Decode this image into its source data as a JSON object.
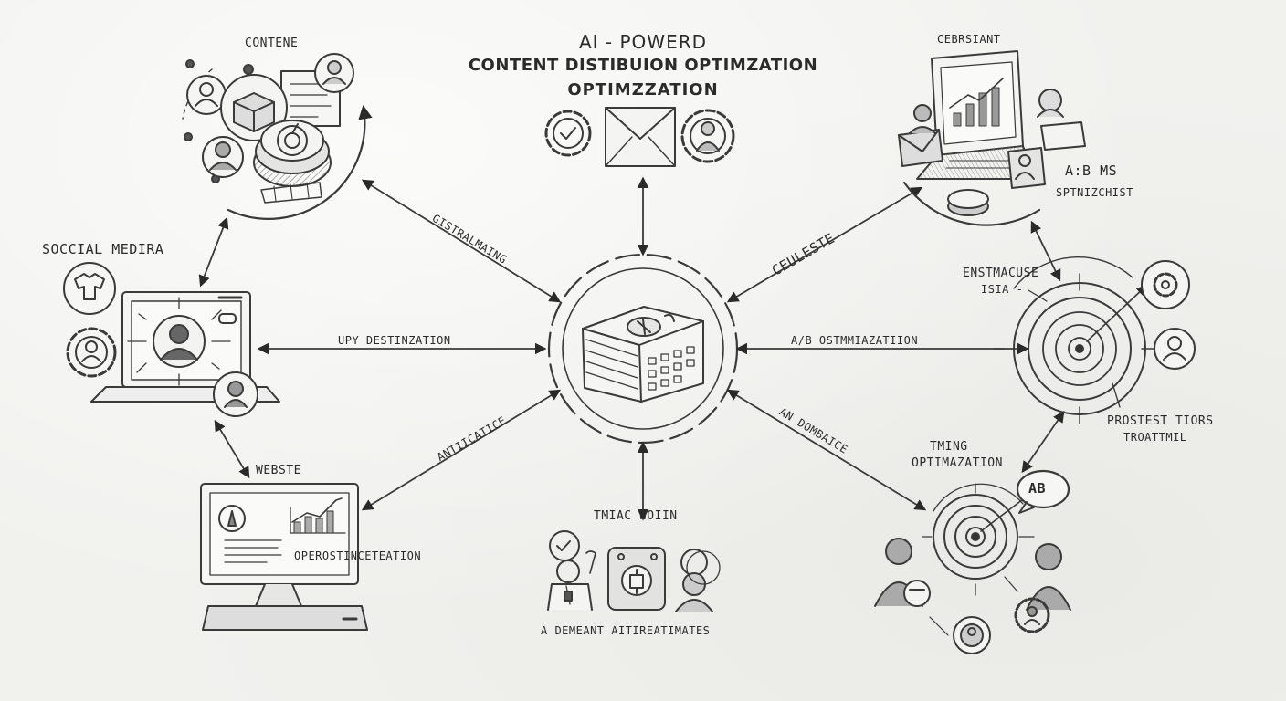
{
  "title": {
    "line1": "AI - POWERD",
    "line2": "CONTENT DISTIBUION OPTIMZATION",
    "line3": "OPTIMZZATION"
  },
  "nodes": {
    "content": "CONTENE",
    "social_media": "SOCCIAL MEDIRA",
    "website": "WEBSTE",
    "website_sub": "OPEROSTINCETEATION",
    "center_bottom_top": "TMIAC   WOIIN",
    "center_bottom": "A DEMEANT AITIREATIMATES",
    "top_right": "CEBRSIANT",
    "top_right_ab": "A:B MS",
    "top_right_sub": "SPTNIZCHIST",
    "right_mid_1": "ENSTMACUSE",
    "right_mid_2": "ISIA -",
    "right_bottom_1": "PROSTEST TIORS",
    "right_bottom_2": "TROATTMIL",
    "timing_1": "TMING",
    "timing_2": "OPTIMAZATION",
    "ab_bubble": "AB"
  },
  "edges": {
    "top_left": "GISTRALMAING",
    "top_right": "CEULESTE",
    "left": "UPY DESTINZATION",
    "right": "A/B OSTMMIAZATIION",
    "bottom_left": "ANTIICATICE",
    "bottom_right": "AN DOMBAICE"
  }
}
